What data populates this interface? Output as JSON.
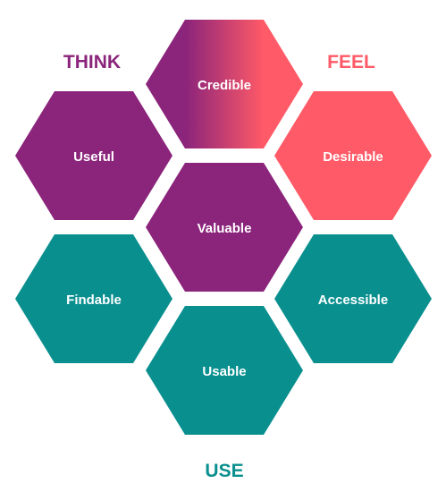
{
  "colors": {
    "purple": "#8b247b",
    "coral": "#ff5a67",
    "teal": "#0a8f8f",
    "text_on_hex": "#ffffff"
  },
  "corner_labels": {
    "think": {
      "text": "THINK",
      "color": "#8b247b"
    },
    "feel": {
      "text": "FEEL",
      "color": "#ff5a67"
    },
    "use": {
      "text": "USE",
      "color": "#0a8f8f"
    }
  },
  "hexagons": [
    {
      "id": "credible",
      "label": "Credible",
      "fill": "gradient"
    },
    {
      "id": "useful",
      "label": "Useful",
      "fill": "#8b247b"
    },
    {
      "id": "desirable",
      "label": "Desirable",
      "fill": "#ff5a67"
    },
    {
      "id": "valuable",
      "label": "Valuable",
      "fill": "#8b247b"
    },
    {
      "id": "findable",
      "label": "Findable",
      "fill": "#0a8f8f"
    },
    {
      "id": "accessible",
      "label": "Accessible",
      "fill": "#0a8f8f"
    },
    {
      "id": "usable",
      "label": "Usable",
      "fill": "#0a8f8f"
    }
  ]
}
